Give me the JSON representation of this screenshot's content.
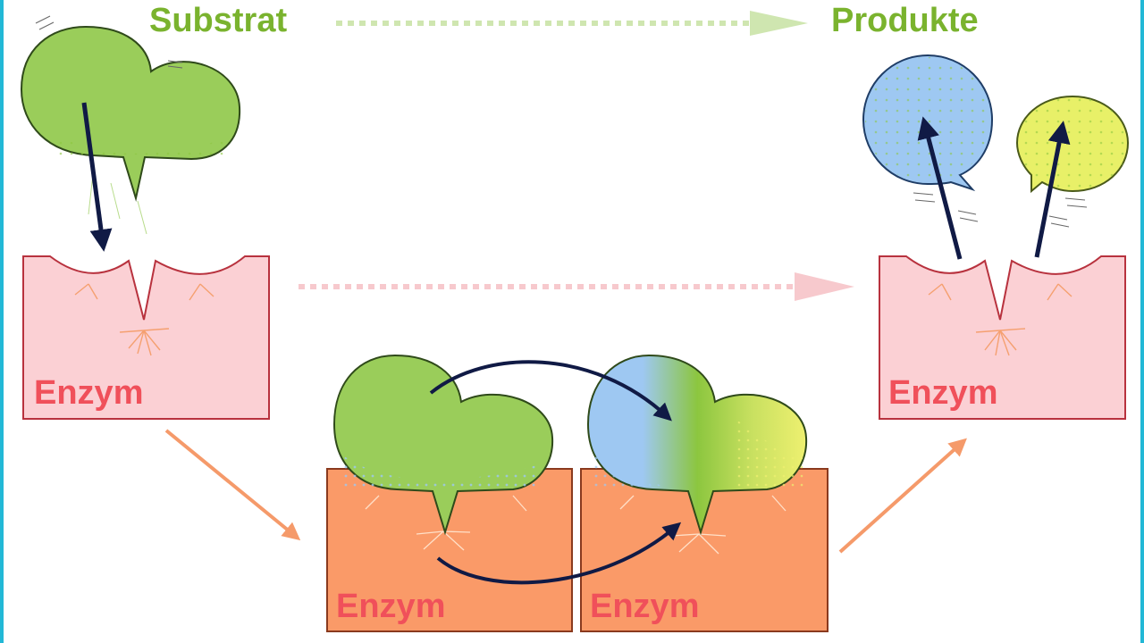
{
  "labels": {
    "substrate": "Substrat",
    "products": "Produkte",
    "enzyme": "Enzym"
  },
  "colors": {
    "substrate_green": "#9acd5a",
    "label_green": "#7ab32e",
    "enzyme_pink": "#fbd0d4",
    "enzyme_pink_border": "#b8323e",
    "enzyme_orange": "#fa9a68",
    "enzyme_label_red": "#f0505a",
    "product_blue": "#9ec8f2",
    "product_yellow": "#e8f068",
    "dark_arrow": "#101a45",
    "salmon_arrow": "#f59a6a",
    "frame_cyan": "#22b8d6"
  }
}
